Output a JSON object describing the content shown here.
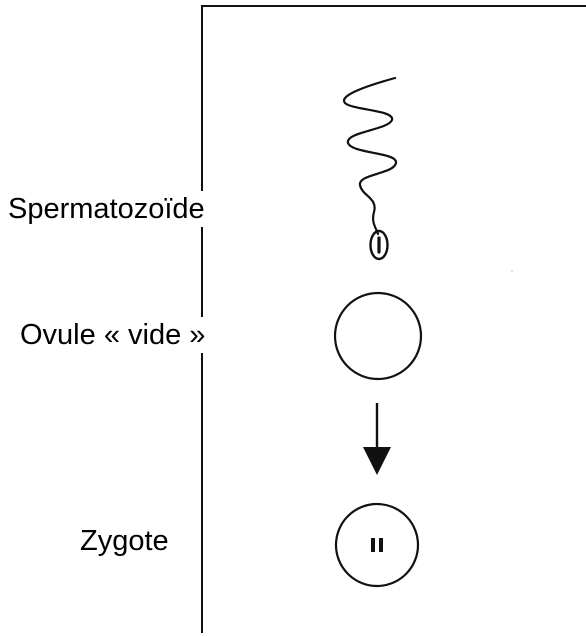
{
  "labels": {
    "sperm": "Spermatozoïde",
    "ovule": "Ovule « vide »",
    "zygote": "Zygote"
  },
  "colors": {
    "ink": "#111111",
    "background": "#ffffff"
  }
}
